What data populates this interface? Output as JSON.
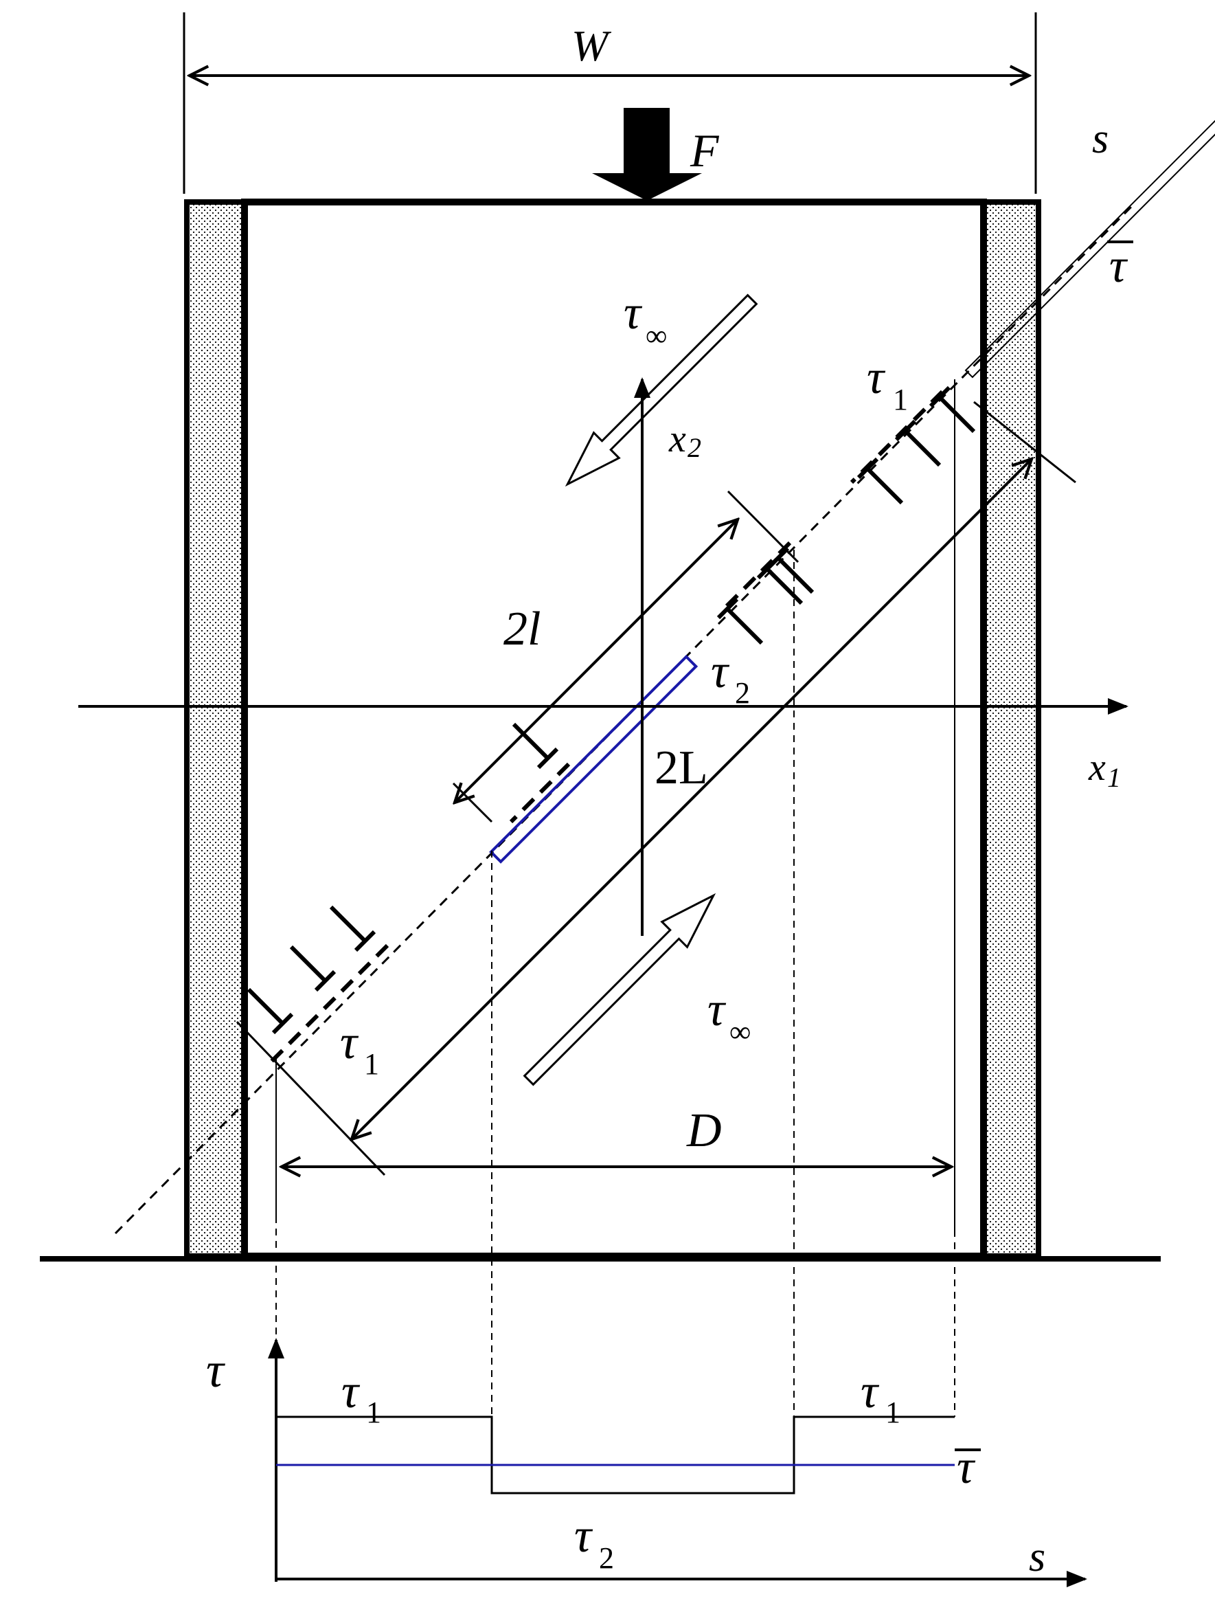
{
  "labels": {
    "W": "W",
    "F": "F",
    "s_top": "s",
    "tau_bar_top": "τ",
    "tau_inf": "τ",
    "inf_sub": "∞",
    "tau": "τ",
    "one_sub": "1",
    "two_sub": "2",
    "x2": "x",
    "x1": "x",
    "twol": "2l",
    "twoL": "2L",
    "D": "D",
    "tau_axis": "τ",
    "s_axis": "s",
    "tau_bar_plot": "τ"
  },
  "colors": {
    "ink": "#000000",
    "highlight": "#1a1aa8",
    "stipple": "#000000"
  },
  "chart_data": {
    "type": "line",
    "x_axis_label": "s",
    "y_axis_label": "τ",
    "segments": [
      {
        "label": "τ1",
        "level": "high"
      },
      {
        "label": "τ2",
        "level": "low"
      },
      {
        "label": "τ1",
        "level": "high"
      }
    ],
    "mean_line_label": "τ̄"
  }
}
